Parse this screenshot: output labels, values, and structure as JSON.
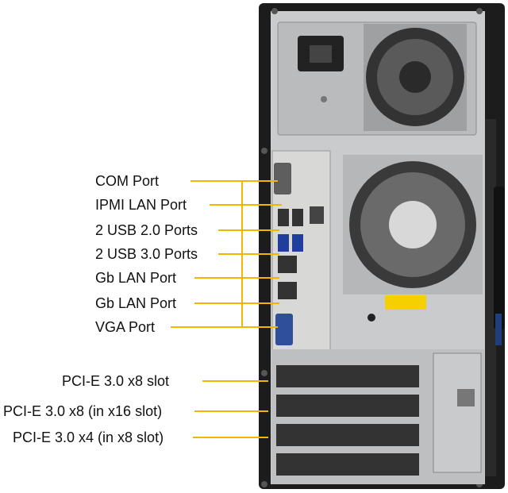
{
  "colors": {
    "leader": "#f2b600",
    "case_black": "#1c1c1c",
    "panel_silver": "#c9cbcd",
    "io_shield": "#d8d8d6",
    "label_yellow": "#f4d000"
  },
  "callouts": {
    "io_ports": [
      "COM Port",
      "IPMI LAN Port",
      "2 USB 2.0 Ports",
      "2 USB 3.0 Ports",
      "Gb LAN Port",
      "Gb LAN Port",
      "VGA Port"
    ],
    "slots": [
      "PCI-E 3.0 x8 slot",
      "PCI-E 3.0 x8 (in x16 slot)",
      "PCI-E 3.0 x4 (in x8 slot)"
    ]
  }
}
